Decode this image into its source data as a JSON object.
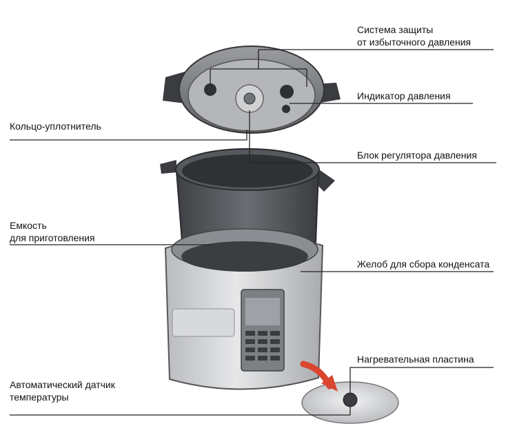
{
  "labels": {
    "pressure_protection": [
      "Система защиты",
      "от избыточного давления"
    ],
    "pressure_indicator": "Индикатор давления",
    "sealing_ring": "Кольцо-уплотнитель",
    "pressure_regulator_block": "Блок регулятора давления",
    "cooking_container": [
      "Емкость",
      "для приготовления"
    ],
    "condensate_gutter": "Желоб для сбора конденсата",
    "heating_plate": "Нагревательная пластина",
    "temperature_sensor": [
      "Автоматический датчик",
      "температуры"
    ]
  },
  "colors": {
    "line": "#222222",
    "pot": "#4a4c50",
    "body": "#c9cacc",
    "arrow": "#d9452f"
  }
}
